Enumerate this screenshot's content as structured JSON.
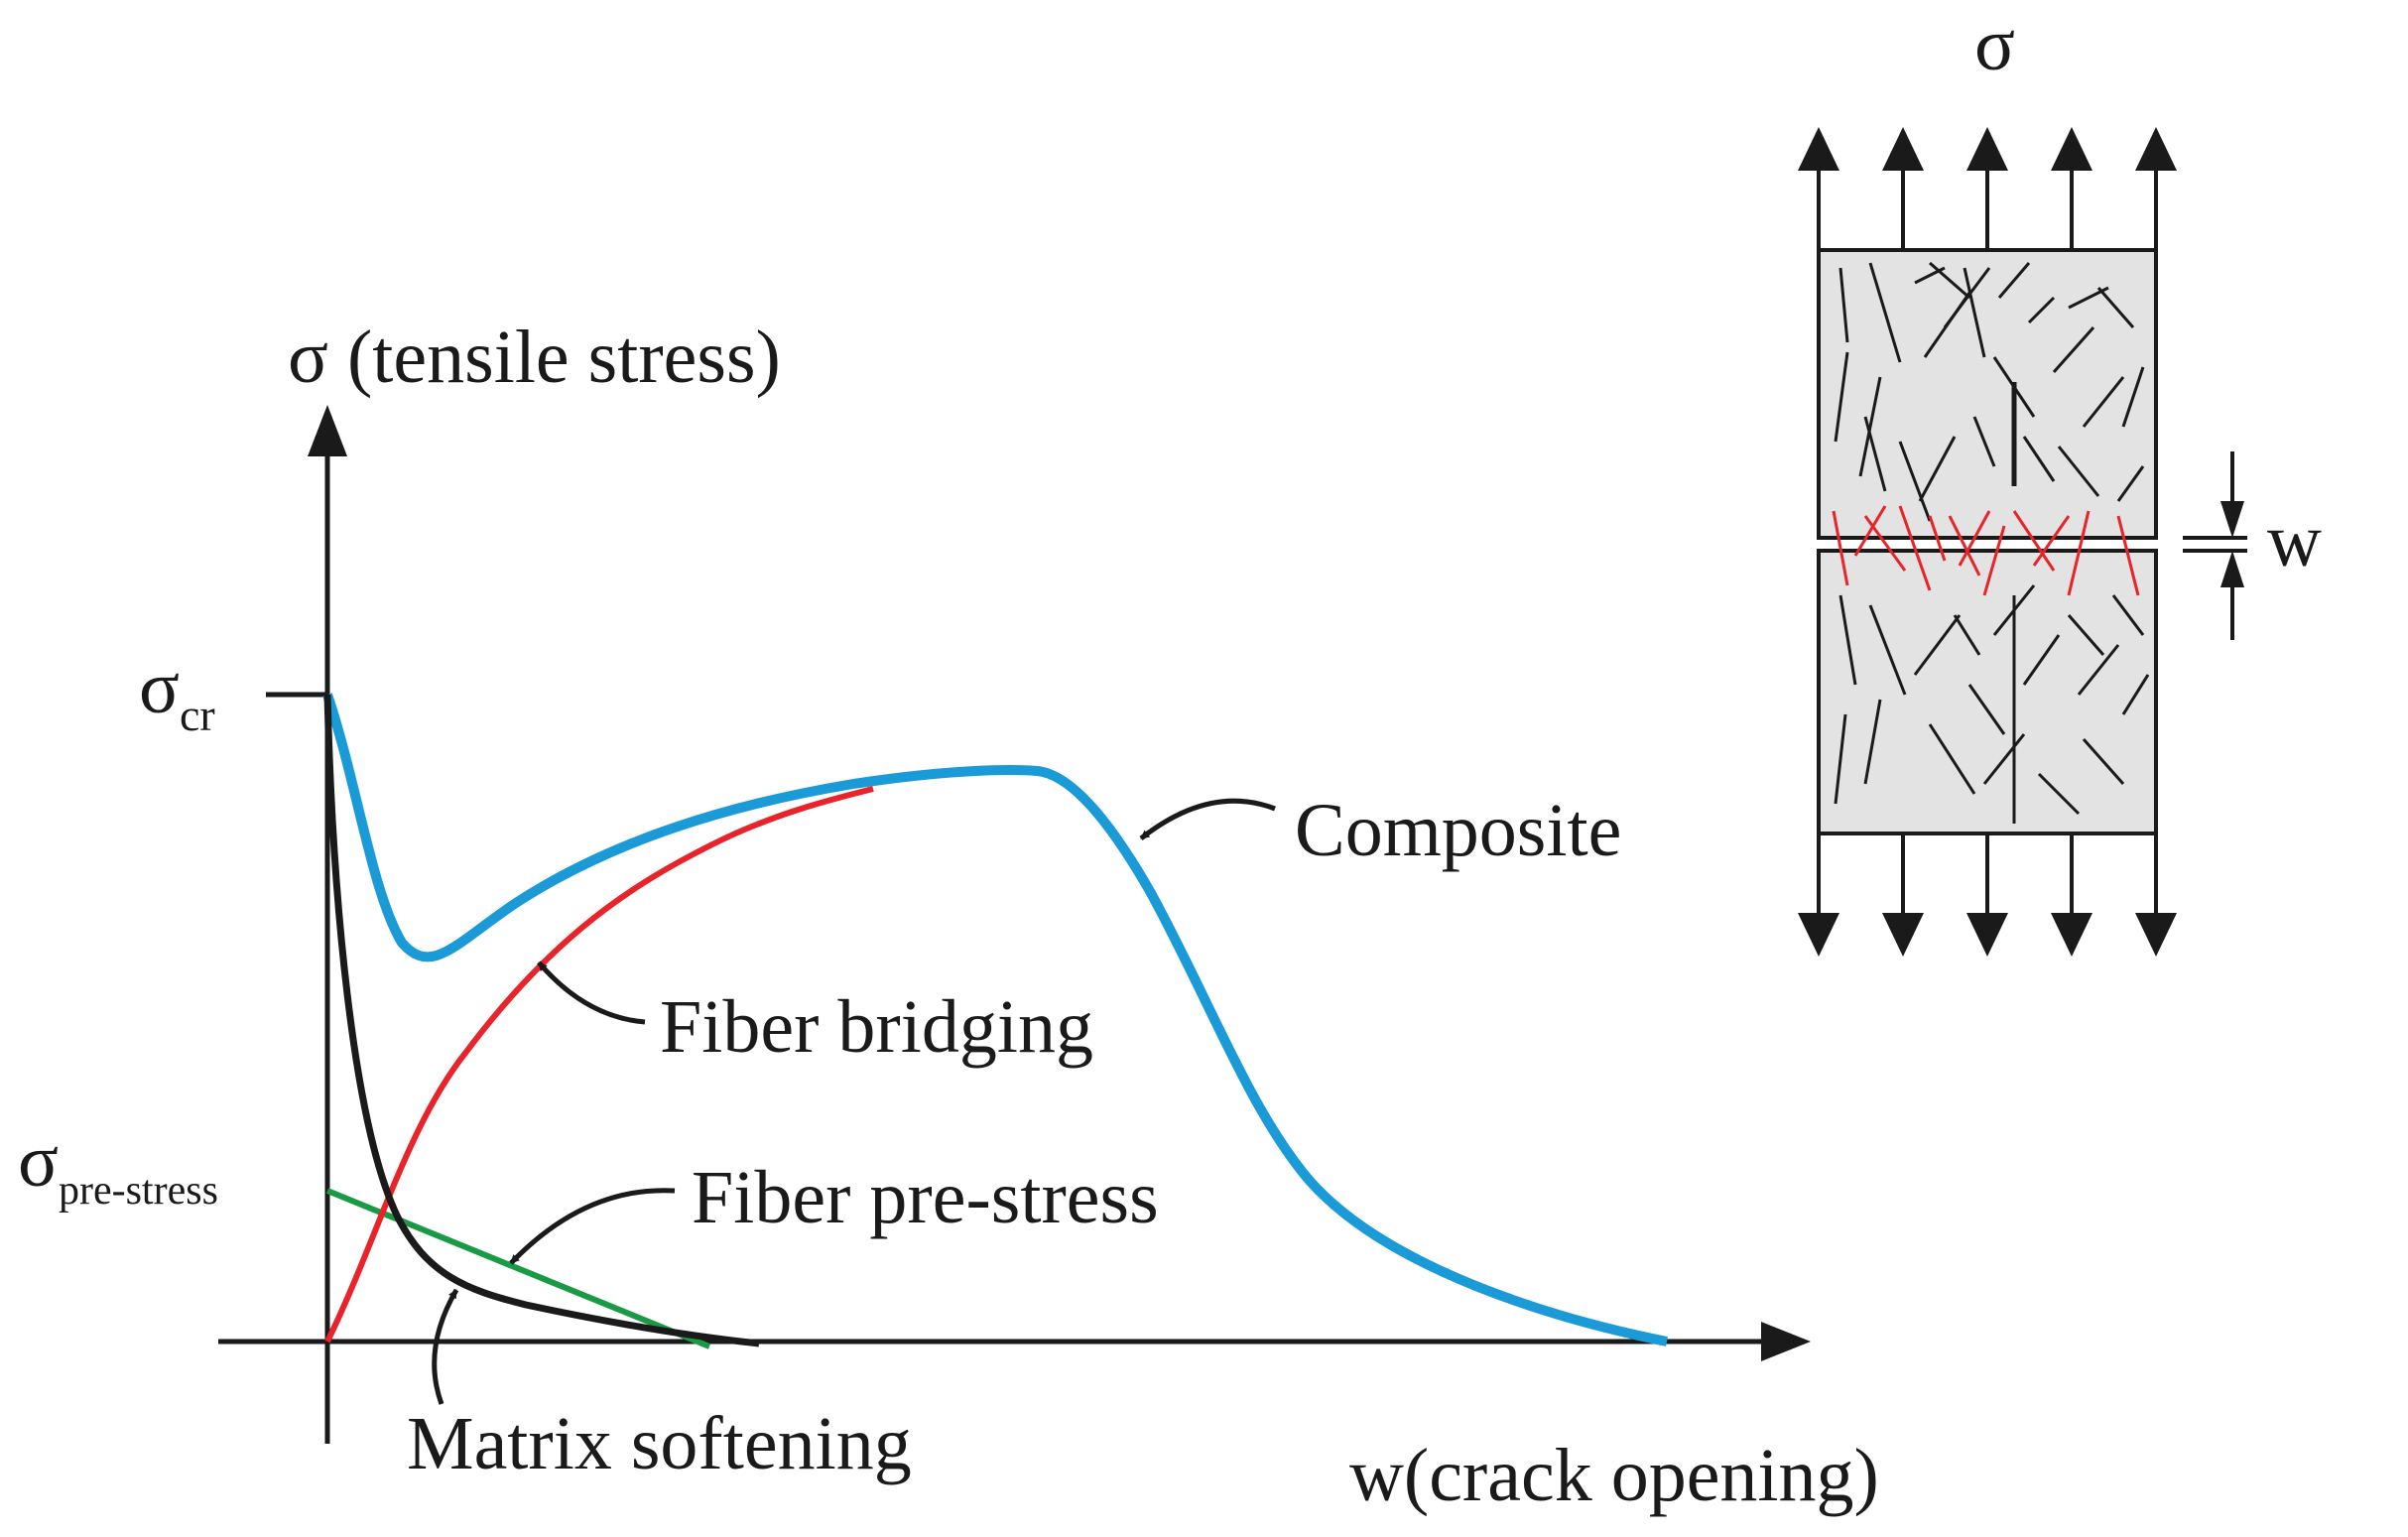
{
  "axes": {
    "y_label": "σ (tensile stress)",
    "x_label": "w(crack opening)"
  },
  "ticks": {
    "sigma_cr": {
      "symbol": "σ",
      "sub": "cr"
    },
    "sigma_pre": {
      "symbol": "σ",
      "sub": "pre-stress"
    }
  },
  "curves": {
    "composite": {
      "label": "Composite",
      "color": "#1b9ad8"
    },
    "fiber_bridging": {
      "label": "Fiber bridging",
      "color": "#e8232a"
    },
    "fiber_prestress": {
      "label": "Fiber pre-stress",
      "color": "#1a9a45"
    },
    "matrix_softening": {
      "label": "Matrix softening",
      "color": "#1a1a1a"
    }
  },
  "specimen": {
    "load_label": "σ",
    "gap_label": "w",
    "fill": "#e3e3e3",
    "crack_fiber_color": "#e8232a"
  }
}
